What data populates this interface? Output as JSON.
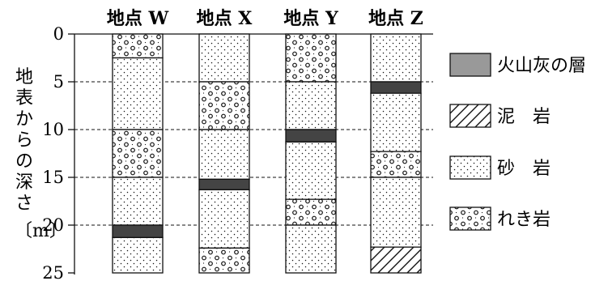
{
  "figure": {
    "axis_label_chars": [
      "地",
      "表",
      "か",
      "ら",
      "の",
      "深",
      "さ"
    ],
    "unit": "〔m〕",
    "ticks": [
      "0",
      "5",
      "10",
      "15",
      "20",
      "25"
    ]
  },
  "columns": [
    {
      "name": "地点 W",
      "layers": [
        {
          "from": 0,
          "to": 2.5,
          "type": "gravel"
        },
        {
          "from": 2.5,
          "to": 10,
          "type": "sand"
        },
        {
          "from": 10,
          "to": 15,
          "type": "gravel"
        },
        {
          "from": 15,
          "to": 20,
          "type": "sand"
        },
        {
          "from": 20,
          "to": 21.3,
          "type": "ash"
        },
        {
          "from": 21.3,
          "to": 25,
          "type": "sand"
        }
      ]
    },
    {
      "name": "地点 X",
      "layers": [
        {
          "from": 0,
          "to": 5,
          "type": "sand"
        },
        {
          "from": 5,
          "to": 10,
          "type": "gravel"
        },
        {
          "from": 10,
          "to": 15.2,
          "type": "sand"
        },
        {
          "from": 15.2,
          "to": 16.3,
          "type": "ash"
        },
        {
          "from": 16.3,
          "to": 22.4,
          "type": "sand"
        },
        {
          "from": 22.4,
          "to": 25,
          "type": "gravel"
        }
      ]
    },
    {
      "name": "地点 Y",
      "layers": [
        {
          "from": 0,
          "to": 5,
          "type": "gravel"
        },
        {
          "from": 5,
          "to": 10,
          "type": "sand"
        },
        {
          "from": 10,
          "to": 11.3,
          "type": "ash"
        },
        {
          "from": 11.3,
          "to": 17.3,
          "type": "sand"
        },
        {
          "from": 17.3,
          "to": 20,
          "type": "gravel"
        },
        {
          "from": 20,
          "to": 25,
          "type": "sand"
        }
      ]
    },
    {
      "name": "地点 Z",
      "layers": [
        {
          "from": 0,
          "to": 5,
          "type": "sand"
        },
        {
          "from": 5,
          "to": 6.2,
          "type": "ash"
        },
        {
          "from": 6.2,
          "to": 12.3,
          "type": "sand"
        },
        {
          "from": 12.3,
          "to": 15,
          "type": "gravel"
        },
        {
          "from": 15,
          "to": 22.3,
          "type": "sand"
        },
        {
          "from": 22.3,
          "to": 25,
          "type": "mudstone"
        }
      ]
    }
  ],
  "legend": [
    {
      "type": "ash",
      "label": "火山灰の層"
    },
    {
      "type": "mudstone",
      "label": "泥　岩"
    },
    {
      "type": "sand",
      "label": "砂　岩"
    },
    {
      "type": "gravel",
      "label": "れき岩"
    }
  ],
  "chart_data": {
    "type": "table",
    "depth_range": [
      0,
      25
    ],
    "depth_ticks": [
      0,
      5,
      10,
      15,
      20,
      25
    ]
  }
}
